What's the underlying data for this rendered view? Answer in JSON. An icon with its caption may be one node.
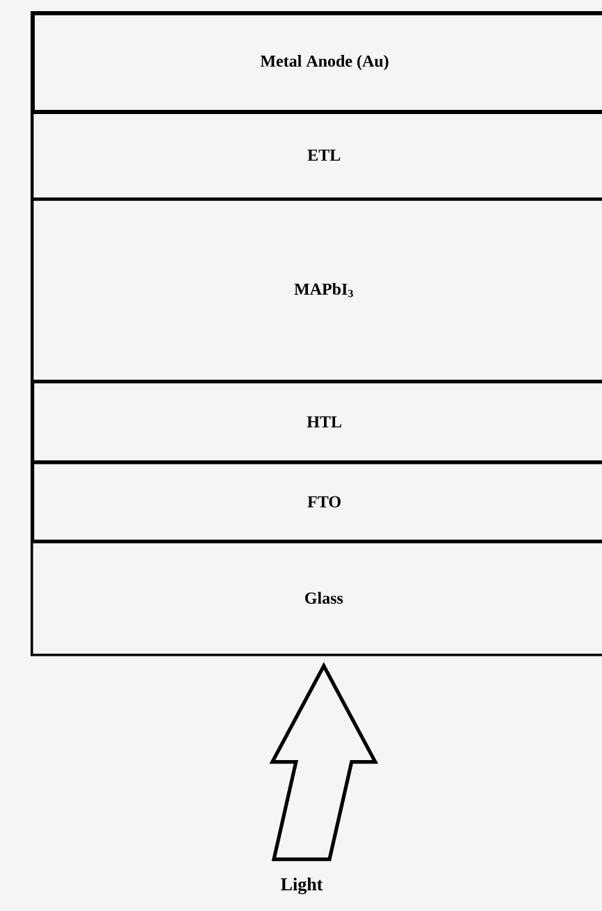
{
  "diagram": {
    "nodes": [
      {
        "text": [
          "Metal Anode (Au)"
        ]
      },
      {
        "text": [
          "ETL"
        ]
      },
      {
        "text": [
          "MAPbI$_{3}$"
        ]
      },
      {
        "text": [
          "HTL"
        ]
      },
      {
        "text": [
          "FTO"
        ]
      },
      {
        "text": [
          "Glass"
        ]
      },
      {
        "text": [
          "Light"
        ]
      }
    ],
    "edges": [
      {
        "from": 6,
        "to": 5,
        "arrow": "to"
      }
    ]
  }
}
